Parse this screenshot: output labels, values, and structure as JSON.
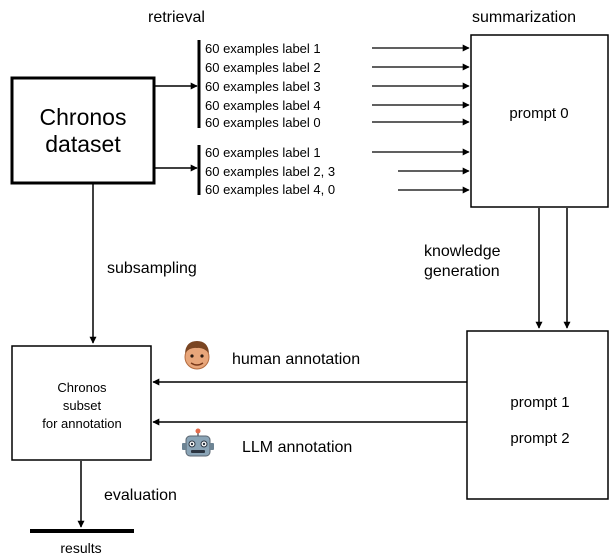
{
  "labels": {
    "retrieval": "retrieval",
    "summarization": "summarization",
    "subsampling": "subsampling",
    "knowledge_1": "knowledge",
    "knowledge_2": "generation",
    "human_annotation": "human annotation",
    "llm_annotation": "LLM annotation",
    "evaluation": "evaluation",
    "results": "results"
  },
  "boxes": {
    "dataset": {
      "line1": "Chronos",
      "line2": "dataset"
    },
    "summarizer": {
      "prompt": "prompt 0"
    },
    "subset": {
      "line1": "Chronos",
      "line2": "subset",
      "line3": "for annotation"
    },
    "knowledge": {
      "prompt1": "prompt 1",
      "prompt2": "prompt 2"
    }
  },
  "retrieval_group_a": [
    "60 examples label 1",
    "60 examples label 2",
    "60 examples label 3",
    "60 examples label 4",
    "60 examples label 0"
  ],
  "retrieval_group_b": [
    "60 examples label 1",
    "60 examples label 2, 3",
    "60 examples label 4, 0"
  ],
  "icons": {
    "human": "human-face-icon",
    "robot": "robot-icon"
  },
  "colors": {
    "stroke": "#000000",
    "background": "#ffffff"
  }
}
